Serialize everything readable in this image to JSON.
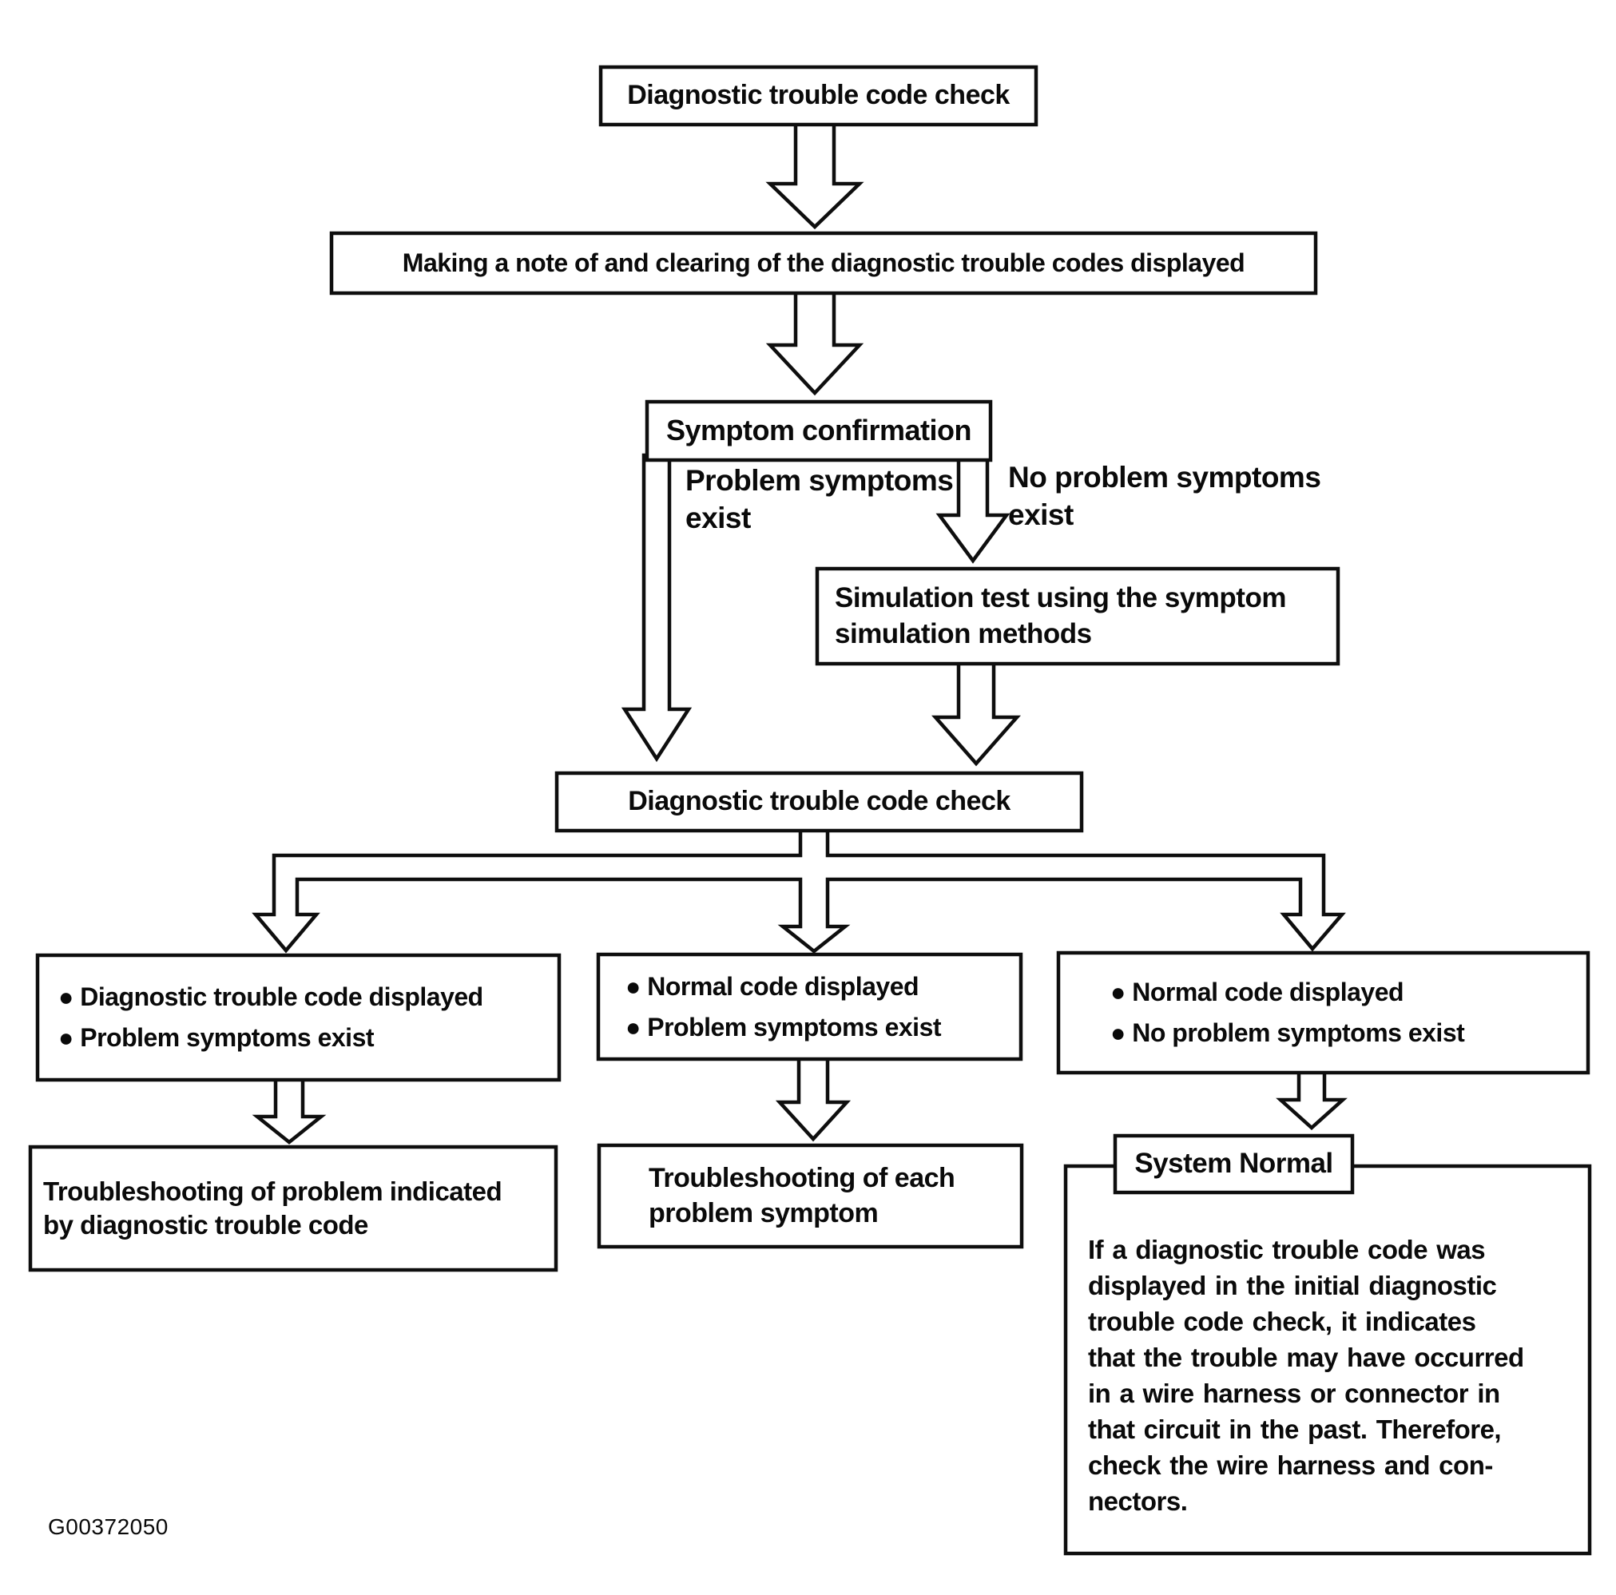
{
  "figure_code": "G00372050",
  "colors": {
    "ink": "#0a0a0a",
    "paper": "#ffffff"
  },
  "nodes": {
    "dtc_check_1": "Diagnostic trouble code check",
    "note_clear": "Making a note of and clearing of the diagnostic trouble codes displayed",
    "symptom_confirmation": "Symptom confirmation",
    "label_problem_exist": "Problem symptoms\nexist",
    "label_no_problem_exist": "No problem symptoms\nexist",
    "simulation_test": "Simulation test using the symptom\nsimulation methods",
    "dtc_check_2": "Diagnostic trouble code check",
    "outcome_dtc_problem": "● Diagnostic trouble code displayed\n● Problem symptoms exist",
    "outcome_normal_problem": "● Normal code displayed\n● Problem symptoms exist",
    "outcome_normal_no_problem": "● Normal code displayed\n● No problem symptoms exist",
    "action_troubleshoot_dtc": "Troubleshooting of problem indicated\nby diagnostic trouble code",
    "action_troubleshoot_symptom": "Troubleshooting of each\nproblem symptom",
    "system_normal_title": "System Normal",
    "system_normal_note": "If a diagnostic trouble code was\ndisplayed in the initial diagnostic\ntrouble code check, it indicates\nthat the trouble may have occurred\nin a wire harness or connector in\nthat circuit in the past. Therefore,\ncheck the wire harness and con-\nnectors."
  }
}
